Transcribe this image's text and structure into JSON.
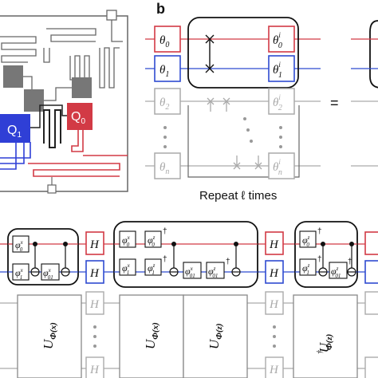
{
  "panel_b": {
    "label": "b"
  },
  "chip": {
    "q1": "Q",
    "q1_sub": "1",
    "q0": "Q",
    "q0_sub": "0"
  },
  "encode": {
    "theta": "θ",
    "i": "i",
    "subs": [
      "0",
      "1",
      "2",
      "n"
    ],
    "equals": "=",
    "repeat_text": "Repeat ℓ times"
  },
  "circuit": {
    "phi": "φ",
    "hadamard": "H",
    "dagger": "†",
    "block_labels": {
      "u": "U",
      "sub1": "Φ(x)",
      "sub2": "Φ(z)"
    }
  },
  "colors": {
    "red": "#d23a45",
    "blue": "#2f4bd0",
    "gray": "#aaaaaa",
    "dark": "#222222"
  }
}
